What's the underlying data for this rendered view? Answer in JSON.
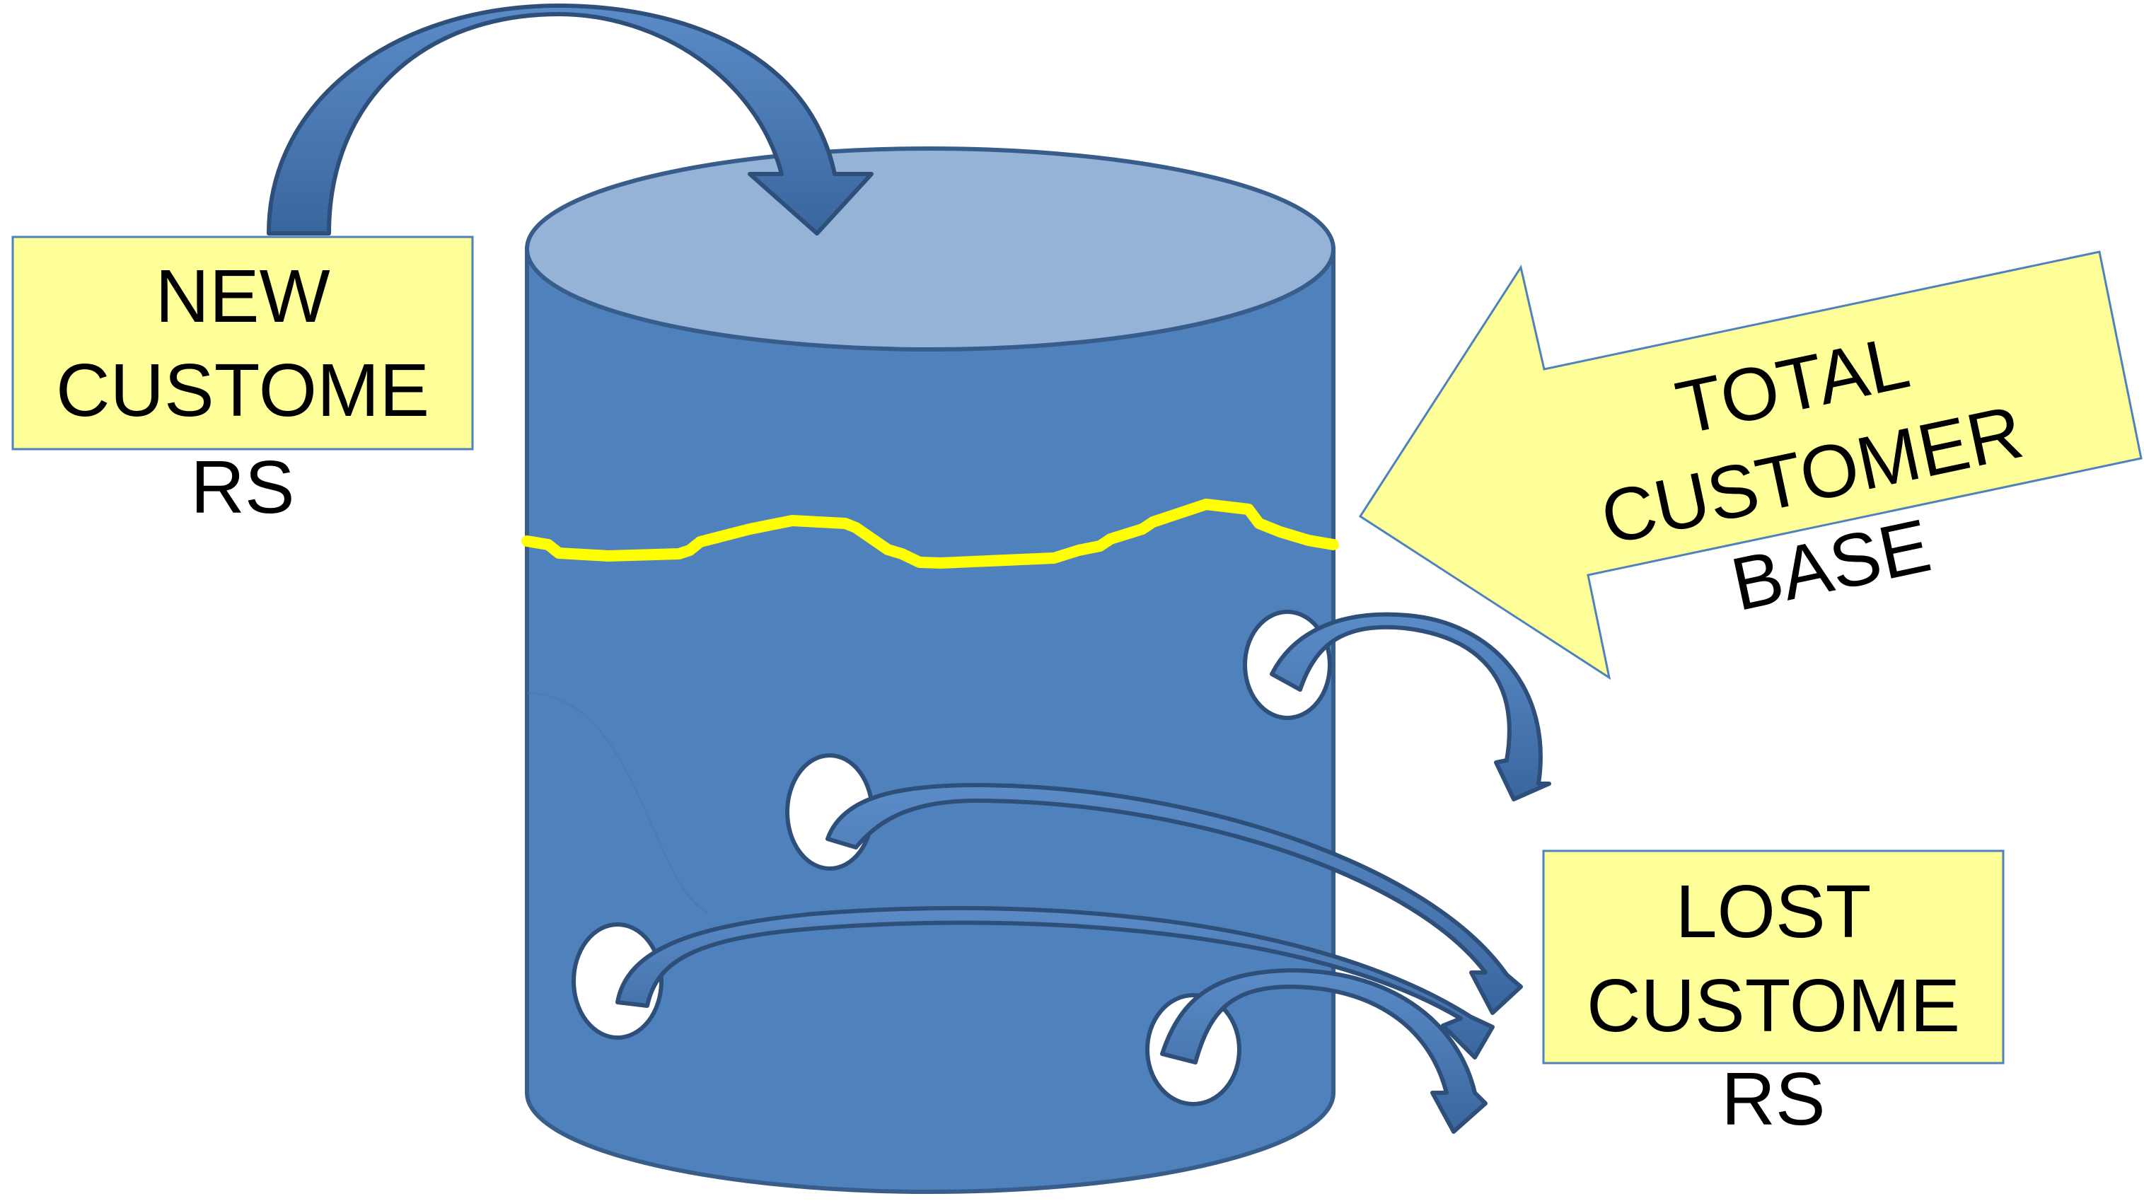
{
  "diagram": {
    "new_customers": {
      "line1": "NEW",
      "line2": "CUSTOME",
      "line3": "RS"
    },
    "total_customer_base": {
      "line1": "TOTAL",
      "line2": "CUSTOMER",
      "line3": "BASE"
    },
    "lost_customers": {
      "line1": "LOST",
      "line2": "CUSTOME",
      "line3": "RS"
    }
  },
  "colors": {
    "cylinder_body": "#4F81BD",
    "cylinder_top": "#95B3D7",
    "cylinder_edge": "#385D8A",
    "callout_fill": "#FFFF99",
    "callout_edge": "#4F81BD",
    "level_line": "#FFFF00",
    "arrow_fill": "#4A78B5",
    "arrow_edge": "#2E4F7A",
    "hole_fill": "#FFFFFF"
  },
  "icons": {
    "inflow_arrow": "curved-arrow-icon",
    "outflow_arrows": "curved-arrow-icon",
    "pointer_arrow": "block-arrow-left-icon"
  }
}
